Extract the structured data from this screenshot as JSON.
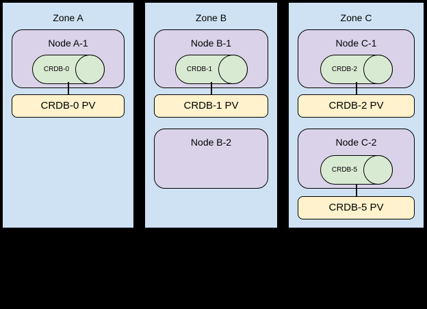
{
  "diagram": {
    "type": "architecture-diagram",
    "subject": "CockroachDB zones, nodes, pods and persistent volumes"
  },
  "colors": {
    "canvas_bg": "#000000",
    "zone_fill": "#cfe2f3",
    "node_fill": "#d9d2e9",
    "cylinder_fill": "#d9ead3",
    "pv_fill": "#fff2cc",
    "border_color": "#000000",
    "text_color": "#000000"
  },
  "zones": [
    {
      "label": "Zone A",
      "nodes": [
        {
          "label": "Node A-1",
          "cylinder": "CRDB-0",
          "pv": "CRDB-0 PV"
        }
      ]
    },
    {
      "label": "Zone B",
      "nodes": [
        {
          "label": "Node B-1",
          "cylinder": "CRDB-1",
          "pv": "CRDB-1 PV"
        },
        {
          "label": "Node B-2"
        }
      ]
    },
    {
      "label": "Zone C",
      "nodes": [
        {
          "label": "Node C-1",
          "cylinder": "CRDB-2",
          "pv": "CRDB-2 PV"
        },
        {
          "label": "Node C-2",
          "cylinder": "CRDB-5",
          "pv": "CRDB-5 PV"
        }
      ]
    }
  ]
}
